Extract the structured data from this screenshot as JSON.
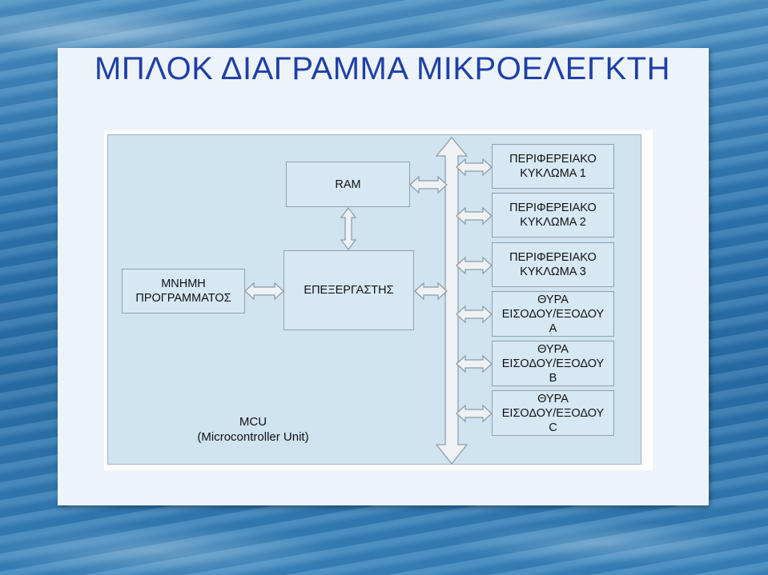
{
  "slide": {
    "title": "ΜΠΛΟΚ ΔΙΑΓΡΑΜΜΑ ΜΙΚΡΟΕΛΕΓΚΤΗ"
  },
  "diagram": {
    "ram": "RAM",
    "program_memory": "ΜΝΗΜΗ\nΠΡΟΓΡΑΜΜΑΤΟΣ",
    "processor": "ΕΠΕΞΕΡΓΑΣΤΗΣ",
    "mcu_label": "MCU\n(Microcontroller Unit)",
    "peripherals": [
      {
        "label": "ΠΕΡΙΦΕΡΕΙΑΚΟ\nΚΥΚΛΩΜΑ 1"
      },
      {
        "label": "ΠΕΡΙΦΕΡΕΙΑΚΟ\nΚΥΚΛΩΜΑ 2"
      },
      {
        "label": "ΠΕΡΙΦΕΡΕΙΑΚΟ\nΚΥΚΛΩΜΑ 3"
      },
      {
        "label": "ΘΥΡΑ\nΕΙΣΟΔΟΥ/ΕΞΟΔΟΥ\nA"
      },
      {
        "label": "ΘΥΡΑ\nΕΙΣΟΔΟΥ/ΕΞΟΔΟΥ\nB"
      },
      {
        "label": "ΘΥΡΑ\nΕΙΣΟΔΟΥ/ΕΞΟΔΟΥ\nC"
      }
    ]
  },
  "colors": {
    "title": "#1f3fa8",
    "block_fill": "#d6e8f4",
    "mcu_fill": "#cfe3f1",
    "arrow_fill": "#eef2f5",
    "arrow_stroke": "#8a9aa6"
  }
}
